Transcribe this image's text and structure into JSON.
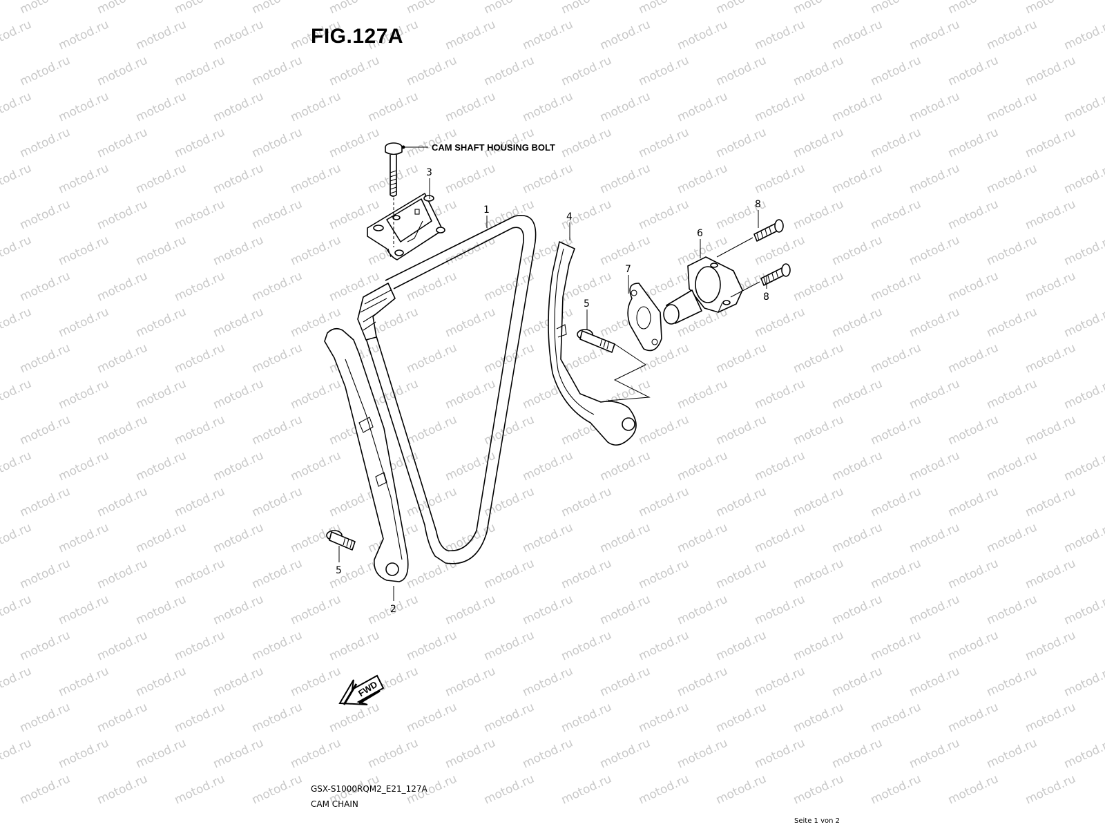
{
  "figure": {
    "title": "FIG.127A",
    "code": "GSX-S1000RQM2_E21_127A",
    "name": "CAM CHAIN",
    "page": "Seite 1 von 2"
  },
  "watermark": "motod.ru",
  "callout": "CAM SHAFT HOUSING BOLT",
  "fwd_label": "FWD",
  "parts": [
    {
      "ref": "1",
      "part": "cam-chain"
    },
    {
      "ref": "2",
      "part": "front-chain-guide"
    },
    {
      "ref": "3",
      "part": "cam-shaft-housing"
    },
    {
      "ref": "4",
      "part": "rear-tensioner-guide"
    },
    {
      "ref": "5",
      "part": "guide-bolt"
    },
    {
      "ref": "5",
      "part": "guide-bolt"
    },
    {
      "ref": "6",
      "part": "tensioner-adjuster"
    },
    {
      "ref": "7",
      "part": "tensioner-gasket"
    },
    {
      "ref": "8",
      "part": "tensioner-bolt"
    },
    {
      "ref": "8",
      "part": "tensioner-bolt"
    }
  ]
}
